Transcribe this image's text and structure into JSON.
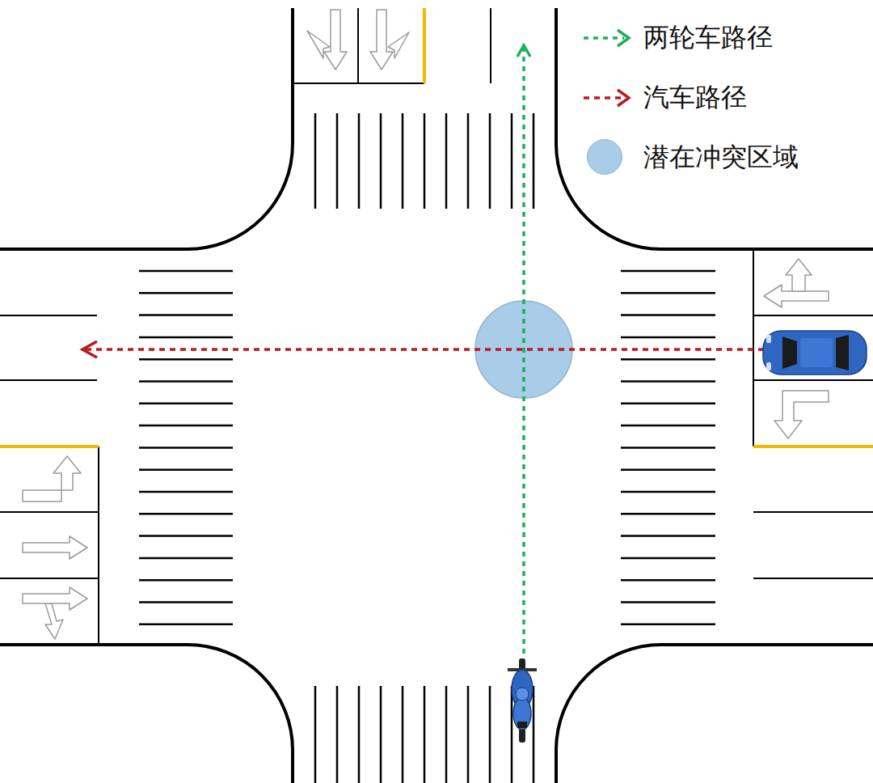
{
  "diagram": {
    "legend": [
      {
        "text": "两轮车路径"
      },
      {
        "text": "汽车路径"
      },
      {
        "text": "潜在冲突区域",
        "color": "#a9cce8"
      }
    ]
  }
}
